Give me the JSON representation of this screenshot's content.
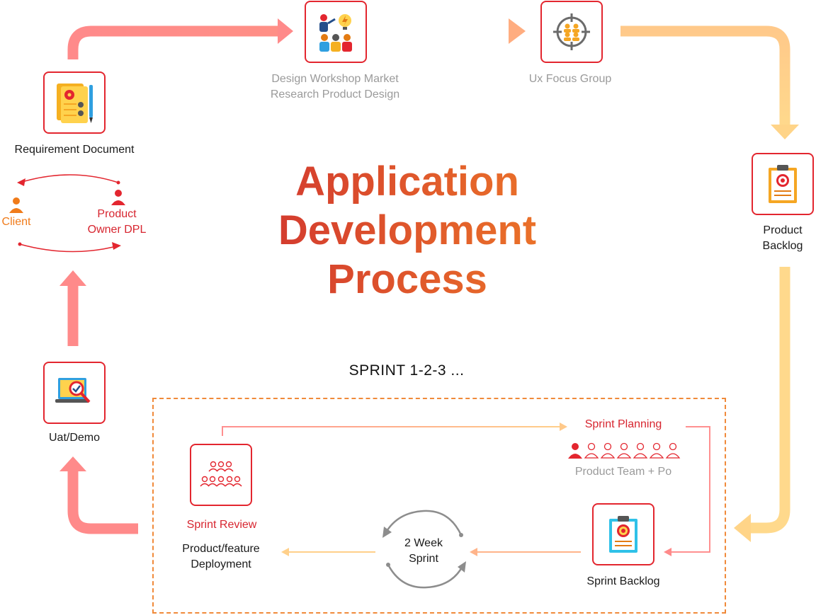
{
  "title": {
    "line1": "Application",
    "line2": "Development",
    "line3": "Process"
  },
  "nodes": {
    "requirement": "Requirement Document",
    "design_line1": "Design Workshop Market",
    "design_line2": "Research Product Design",
    "ux": "Ux Focus Group",
    "product_backlog_line1": "Product",
    "product_backlog_line2": "Backlog",
    "uat": "Uat/Demo"
  },
  "roles": {
    "client": "Client",
    "owner_line1": "Product",
    "owner_line2": "Owner DPL"
  },
  "sprint": {
    "heading": "SPRINT 1-2-3 ...",
    "planning": "Sprint Planning",
    "team": "Product Team + Po",
    "review": "Sprint Review",
    "deploy_line1": "Product/feature",
    "deploy_line2": "Deployment",
    "cycle_line1": "2 Week",
    "cycle_line2": "Sprint",
    "backlog": "Sprint Backlog"
  },
  "colors": {
    "accent_red": "#e3262f",
    "arrow_salmon": "#ff8a8a",
    "arrow_yellow": "#ffd580",
    "box_orange": "#f08a3a"
  }
}
